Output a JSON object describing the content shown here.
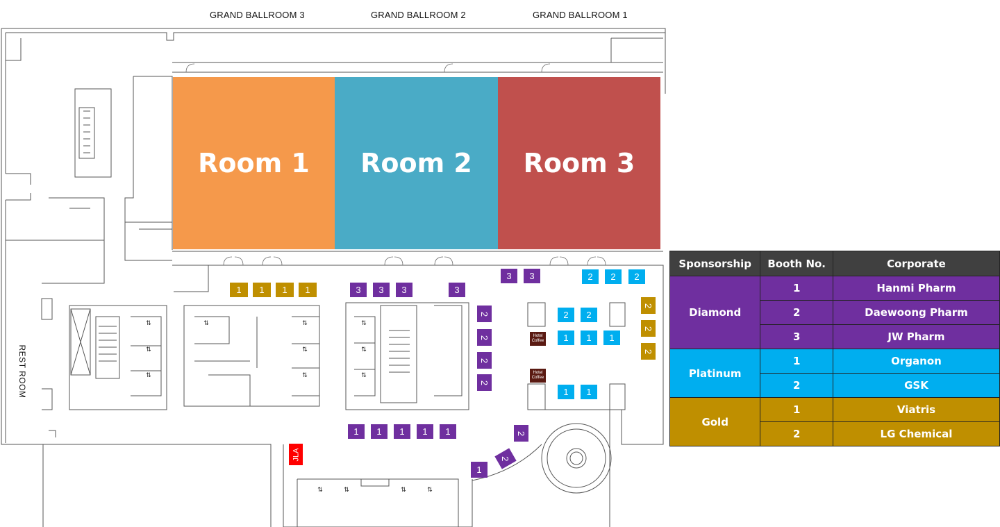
{
  "ballrooms": [
    "GRAND BALLROOM 3",
    "GRAND BALLROOM 2",
    "GRAND BALLROOM 1"
  ],
  "rooms": [
    {
      "label": "Room 1",
      "color": "#f5994b"
    },
    {
      "label": "Room 2",
      "color": "#4aabc6"
    },
    {
      "label": "Room 3",
      "color": "#c0504d"
    }
  ],
  "rest_room": "REST ROOM",
  "jla_label": "JLA",
  "hotel_coffee": "Hotel Coffee",
  "colors": {
    "diamond": "#6f2f9f",
    "platinum": "#00aeef",
    "gold": "#bf8f00"
  },
  "booths": {
    "gold_top": [
      "1",
      "1",
      "1",
      "1"
    ],
    "diamond_top": [
      "3",
      "3",
      "3"
    ],
    "diamond_single": "3",
    "diamond_pair": [
      "3",
      "3"
    ],
    "platinum_top": [
      "2",
      "2",
      "2"
    ],
    "diamond_col": [
      "2",
      "2",
      "2",
      "2"
    ],
    "platinum_mid": [
      "2",
      "2"
    ],
    "platinum_row": [
      "1",
      "1",
      "1"
    ],
    "gold_col": [
      "2",
      "2",
      "2"
    ],
    "platinum_low": [
      "1",
      "1"
    ],
    "diamond_bottom": [
      "1",
      "1",
      "1",
      "1",
      "1"
    ],
    "diamond_curve": [
      "2",
      "2",
      "1"
    ]
  },
  "legend": {
    "headers": [
      "Sponsorship",
      "Booth No.",
      "Corporate"
    ],
    "groups": [
      {
        "tier": "Diamond",
        "rows": [
          {
            "booth": "1",
            "corporate": "Hanmi Pharm"
          },
          {
            "booth": "2",
            "corporate": "Daewoong Pharm"
          },
          {
            "booth": "3",
            "corporate": "JW Pharm"
          }
        ]
      },
      {
        "tier": "Platinum",
        "rows": [
          {
            "booth": "1",
            "corporate": "Organon"
          },
          {
            "booth": "2",
            "corporate": "GSK"
          }
        ]
      },
      {
        "tier": "Gold",
        "rows": [
          {
            "booth": "1",
            "corporate": "Viatris"
          },
          {
            "booth": "2",
            "corporate": "LG Chemical"
          }
        ]
      }
    ]
  }
}
